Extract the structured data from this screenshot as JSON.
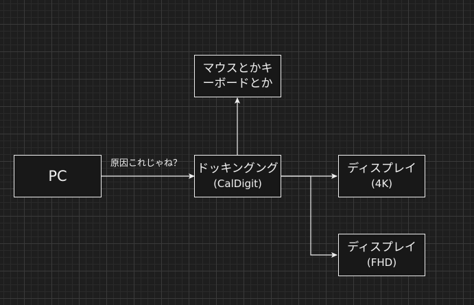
{
  "nodes": {
    "pc": {
      "line1": "PC"
    },
    "dock": {
      "line1": "ドッキングング",
      "line2": "(CalDigit)"
    },
    "peripherals": {
      "line1": "マウスとかキ",
      "line2": "ーボードとか"
    },
    "display4k": {
      "line1": "ディスプレイ",
      "line2": "(4K)"
    },
    "displayfhd": {
      "line1": "ディスプレイ",
      "line2": "(FHD)"
    }
  },
  "edges": {
    "pc_to_dock_label": "原因これじゃね？"
  },
  "colors": {
    "background": "#1e1e1e",
    "stroke": "#f0f0f0",
    "grid": "#3a3a3a"
  }
}
